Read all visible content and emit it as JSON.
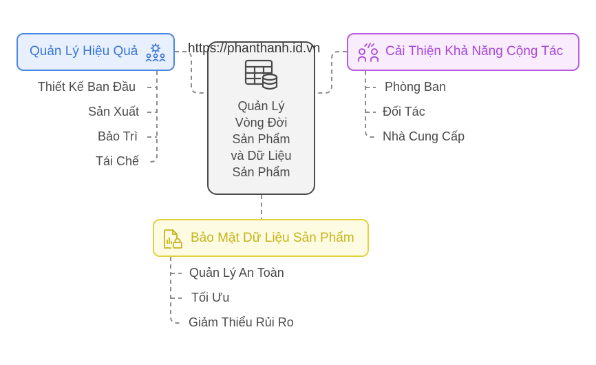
{
  "watermark": "https://phanthanh.id.vn",
  "center": {
    "lines": [
      "Quản Lý",
      "Vòng Đời",
      "Sản Phẩm",
      "và Dữ Liệu",
      "Sản Phẩm"
    ],
    "icon": "database-table-icon"
  },
  "branches": {
    "efficiency": {
      "title": "Quản Lý Hiệu Quả",
      "icon": "gear-people-icon",
      "color": "#4a86e8",
      "items": [
        "Thiết Kế Ban Đầu",
        "Sản Xuất",
        "Bảo Trì",
        "Tái Chế"
      ]
    },
    "collaboration": {
      "title": "Cải Thiện Khả Năng Cộng Tác",
      "icon": "people-spark-icon",
      "color": "#b85ce0",
      "items": [
        "Phòng Ban",
        "Đối Tác",
        "Nhà Cung Cấp"
      ]
    },
    "security": {
      "title": "Bảo Mật Dữ Liệu Sản Phẩm",
      "icon": "document-lock-icon",
      "color": "#e3d23c",
      "items": [
        "Quản Lý An Toàn",
        "Tối Ưu",
        "Giảm Thiểu Rủi Ro"
      ]
    }
  }
}
